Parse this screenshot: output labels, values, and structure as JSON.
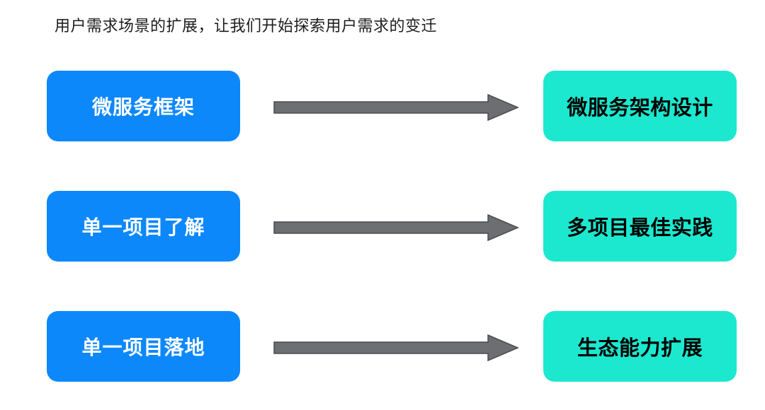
{
  "slide": {
    "title": "用户需求场景的扩展，让我们开始探索用户需求的变迁",
    "background_color": "#ffffff",
    "title_color": "#1d1d1f"
  },
  "palette": {
    "source_fill": "#0d88fb",
    "source_text": "#ffffff",
    "target_fill": "#1ce8cf",
    "target_text": "#010101",
    "arrow_fill": "#6d6e72",
    "arrow_stroke": "#4a4b4f"
  },
  "rows": [
    {
      "source_label": "微服务框架",
      "arrow_icon": "right-arrow-icon",
      "target_label": "微服务架构设计"
    },
    {
      "source_label": "单一项目了解",
      "arrow_icon": "right-arrow-icon",
      "target_label": "多项目最佳实践"
    },
    {
      "source_label": "单一项目落地",
      "arrow_icon": "right-arrow-icon",
      "target_label": "生态能力扩展"
    }
  ]
}
